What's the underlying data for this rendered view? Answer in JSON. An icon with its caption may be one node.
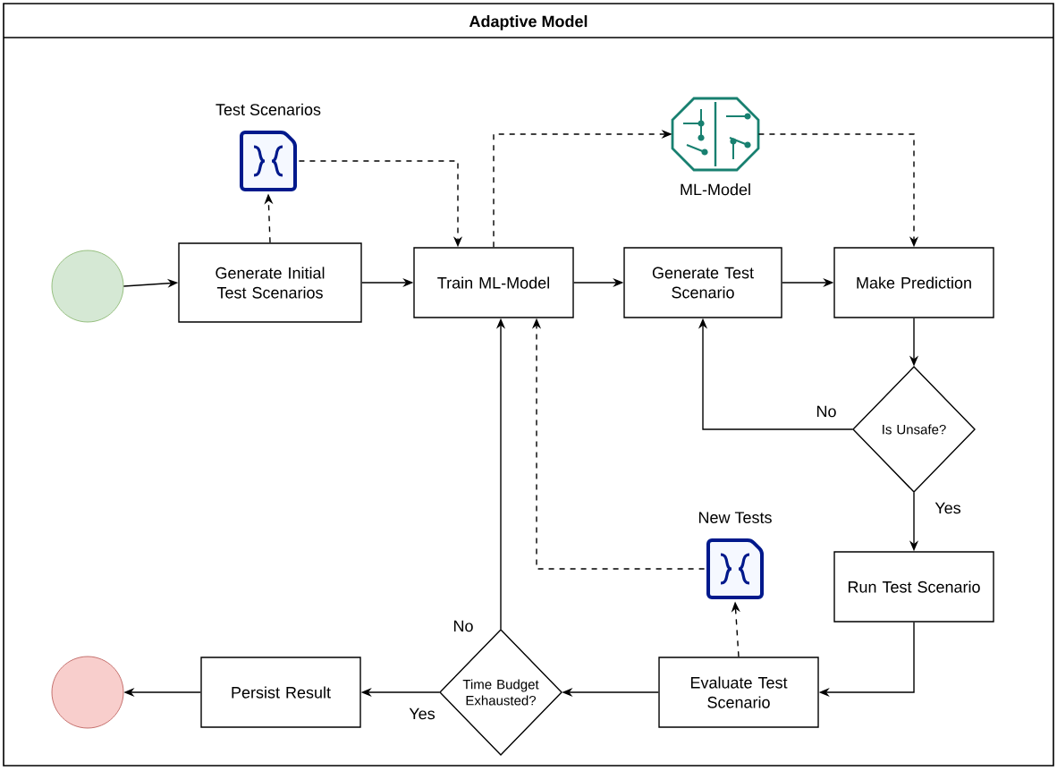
{
  "diagram": {
    "nodes": [
      {
        "text": [
          "Adaptive Model"
        ]
      },
      {
        "text": [],
        "shape": "circle",
        "in": 0
      },
      {
        "text": [
          "Generate Initial Test Scenarios"
        ],
        "in": 0
      },
      {
        "text": [
          "Test Scenarios"
        ],
        "in": 0
      },
      {
        "text": [
          "Train ML-Model"
        ],
        "in": 0
      },
      {
        "text": [
          "ML-Model"
        ],
        "in": 0
      },
      {
        "text": [
          "Generate Test Scenario"
        ],
        "in": 0
      },
      {
        "text": [
          "Make Prediction"
        ],
        "in": 0
      },
      {
        "text": [
          "Is Unsafe?"
        ],
        "in": 0
      },
      {
        "text": [
          "Run Test Scenario"
        ],
        "in": 0
      },
      {
        "text": [
          "New Tests"
        ],
        "in": 0
      },
      {
        "text": [
          "Evaluate Test Scenario"
        ],
        "in": 0
      },
      {
        "text": [
          "Time Budget Exhausted?"
        ],
        "in": 0
      },
      {
        "text": [
          "Persist Result"
        ],
        "in": 0
      },
      {
        "text": [],
        "shape": "circle",
        "in": 0
      }
    ],
    "edges": [
      {
        "from": 1,
        "to": 2,
        "arrow": "to"
      },
      {
        "from": 2,
        "to": 3,
        "arrow": "to",
        "style": "dashed"
      },
      {
        "from": 3,
        "to": 4,
        "arrow": "to",
        "style": "dashed"
      },
      {
        "from": 2,
        "to": 4,
        "arrow": "to"
      },
      {
        "from": 4,
        "to": 5,
        "arrow": "to",
        "style": "dashed"
      },
      {
        "from": 5,
        "to": 7,
        "arrow": "to",
        "style": "dashed"
      },
      {
        "from": 4,
        "to": 6,
        "arrow": "to"
      },
      {
        "from": 6,
        "to": 7,
        "arrow": "to"
      },
      {
        "from": 7,
        "to": 8,
        "arrow": "to"
      },
      {
        "from": 8,
        "to": 6,
        "arrow": "to",
        "label": "No"
      },
      {
        "from": 8,
        "to": 9,
        "arrow": "to",
        "label": "Yes"
      },
      {
        "from": 9,
        "to": 11,
        "arrow": "to"
      },
      {
        "from": 11,
        "to": 10,
        "arrow": "to",
        "style": "dashed"
      },
      {
        "from": 10,
        "to": 4,
        "arrow": "to",
        "style": "dashed"
      },
      {
        "from": 11,
        "to": 12,
        "arrow": "to"
      },
      {
        "from": 12,
        "to": 4,
        "arrow": "to",
        "label": "No"
      },
      {
        "from": 12,
        "to": 13,
        "arrow": "to",
        "label": "Yes"
      },
      {
        "from": 13,
        "to": 14,
        "arrow": "to"
      }
    ]
  }
}
